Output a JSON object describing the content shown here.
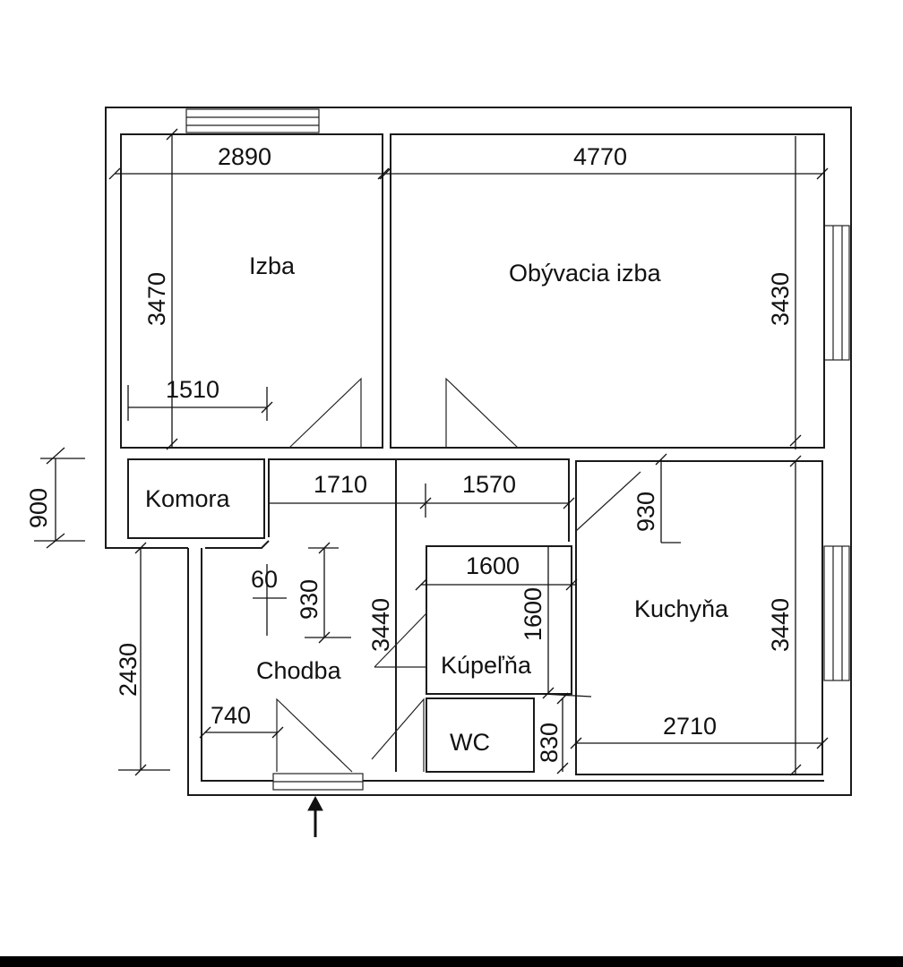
{
  "rooms": {
    "izba": "Izba",
    "obyvacia": "Obývacia izba",
    "komora": "Komora",
    "chodba": "Chodba",
    "kupelna": "Kúpeľňa",
    "wc": "WC",
    "kuchyna": "Kuchyňa"
  },
  "dimensions": {
    "izba_width": "2890",
    "obyvacia_width": "4770",
    "izba_height": "3470",
    "izba_1510": "1510",
    "obyvacia_height": "3430",
    "komora_900": "900",
    "chodba_1710": "1710",
    "chodba_1570": "1570",
    "kuchyna_930": "930",
    "hall_60": "60",
    "hall_930": "930",
    "chodba_3440": "3440",
    "kupelna_width": "1600",
    "kupelna_height": "1600",
    "kuchyna_height": "3440",
    "entry_2430": "2430",
    "entry_740": "740",
    "wc_830": "830",
    "kuchyna_width": "2710"
  }
}
